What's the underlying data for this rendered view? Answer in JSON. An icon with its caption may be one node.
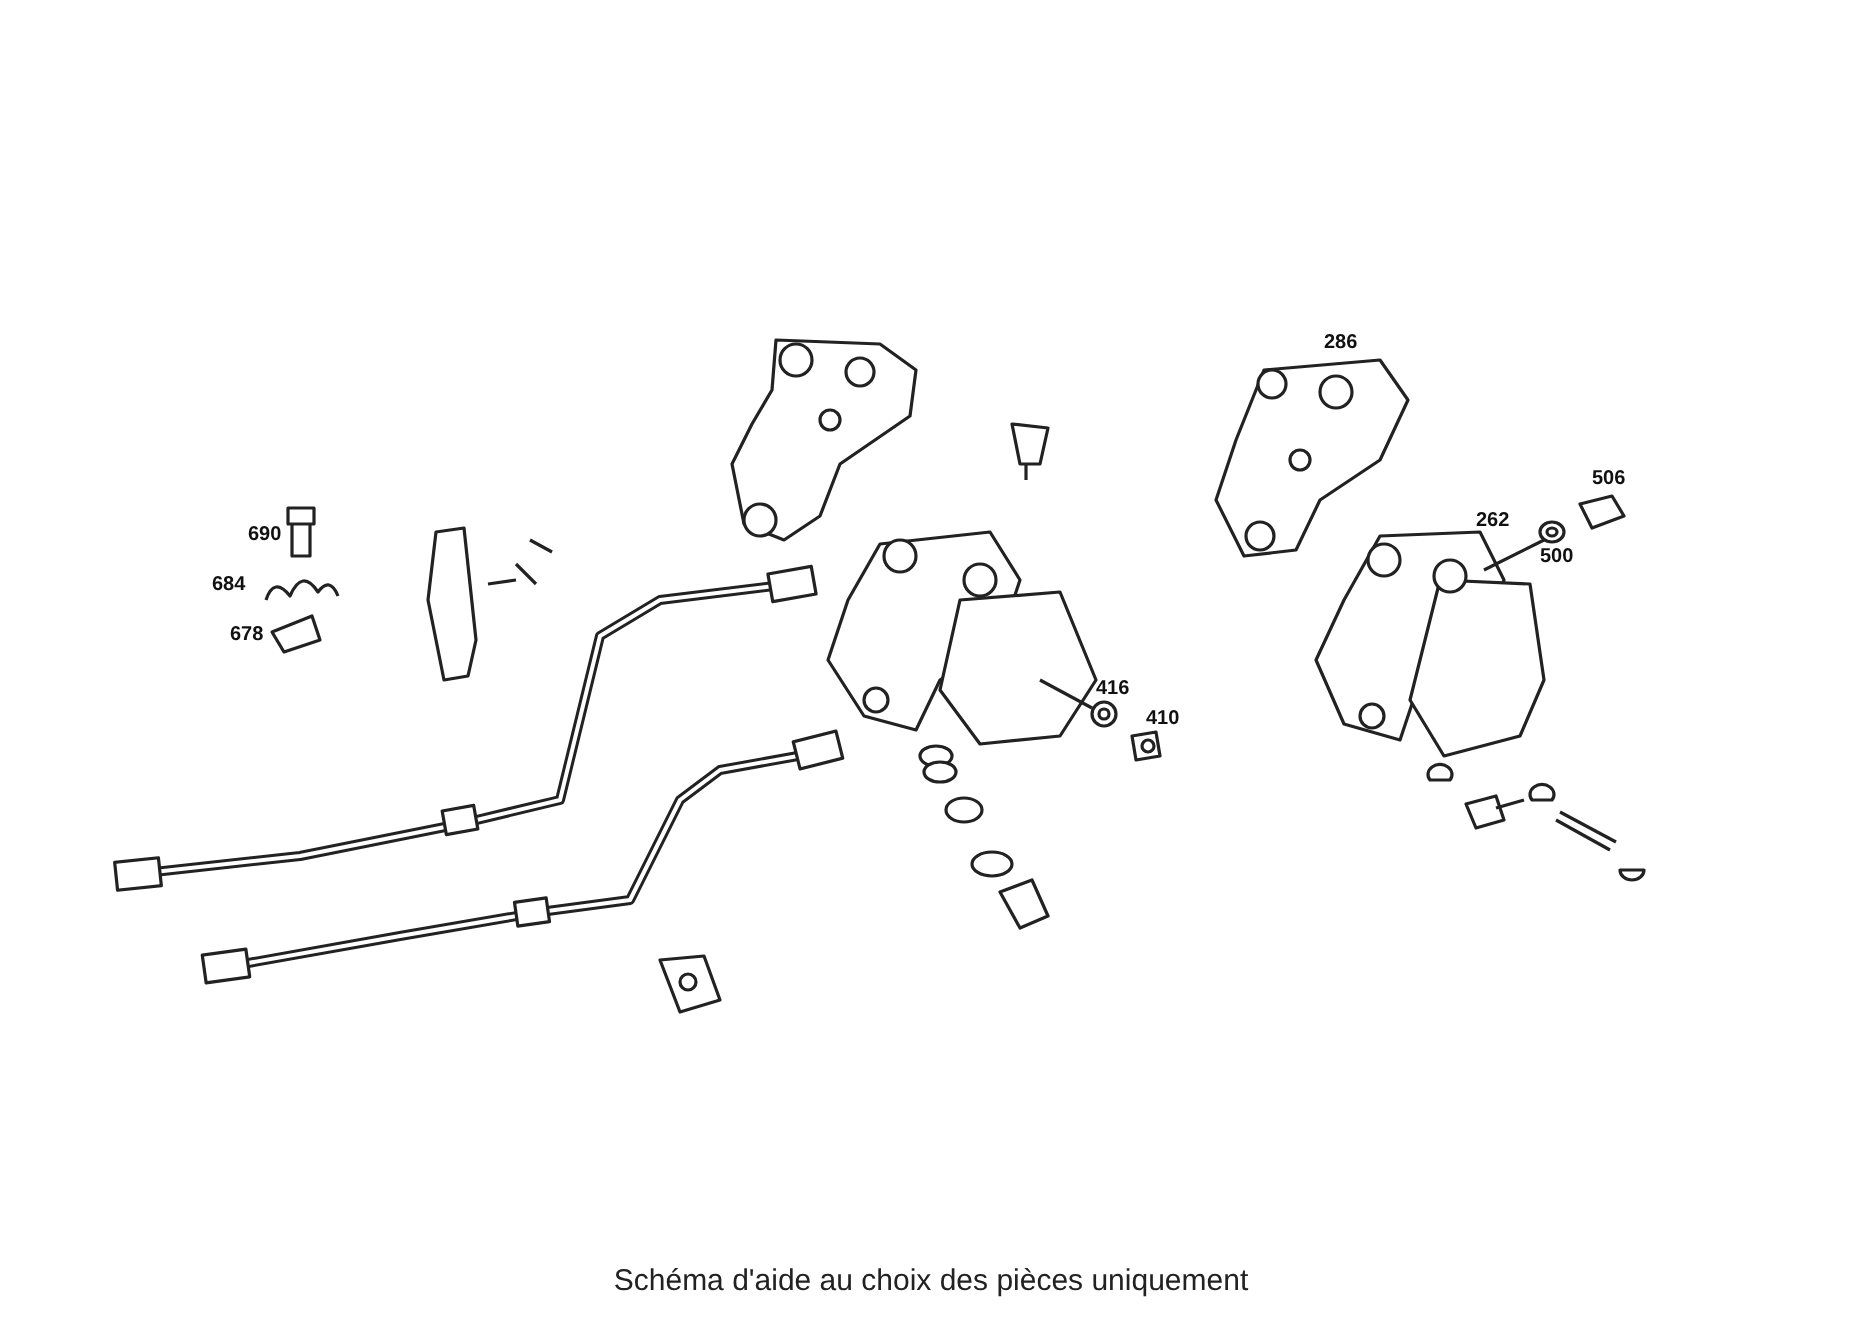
{
  "diagram": {
    "caption": "Schéma d'aide au choix des pièces uniquement",
    "labels": [
      "286",
      "506",
      "262",
      "500",
      "690",
      "684",
      "678",
      "416",
      "410"
    ]
  }
}
